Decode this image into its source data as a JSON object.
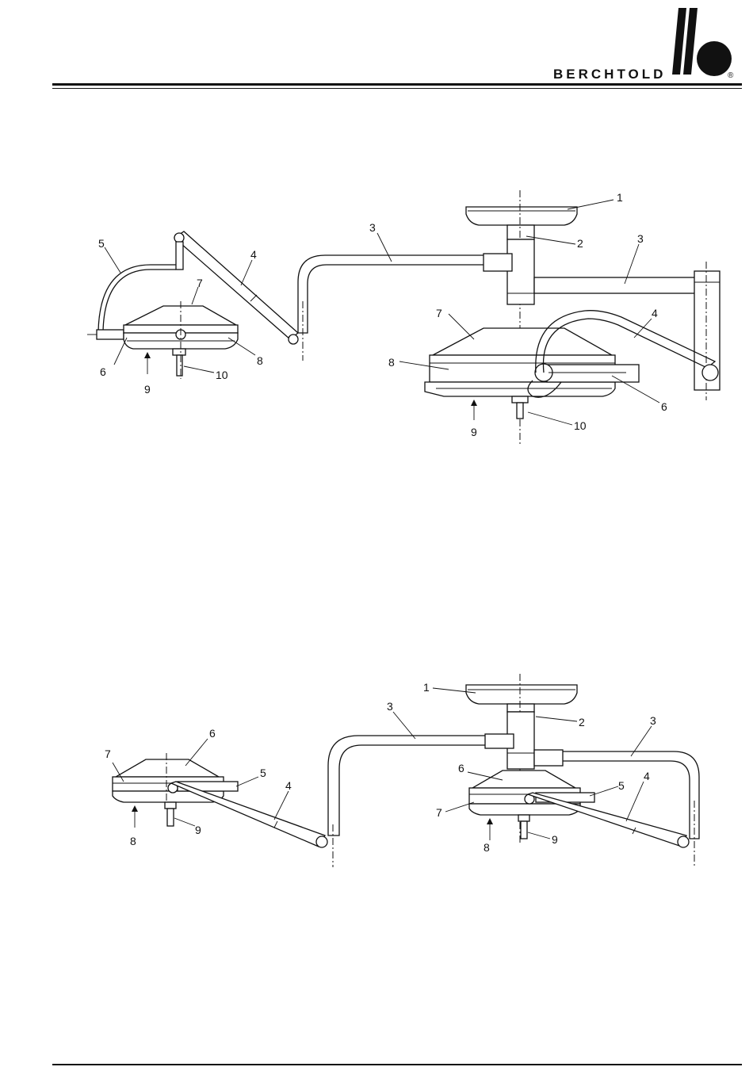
{
  "brand": {
    "name": "BERCHTOLD",
    "registered": "®"
  },
  "figure_top": {
    "callouts": [
      "1",
      "2",
      "3",
      "3",
      "4",
      "4",
      "5",
      "6",
      "6",
      "7",
      "7",
      "8",
      "8",
      "9",
      "9",
      "10",
      "10"
    ]
  },
  "figure_bottom": {
    "callouts": [
      "1",
      "2",
      "3",
      "3",
      "4",
      "4",
      "5",
      "5",
      "6",
      "6",
      "7",
      "7",
      "8",
      "8",
      "9",
      "9"
    ]
  }
}
